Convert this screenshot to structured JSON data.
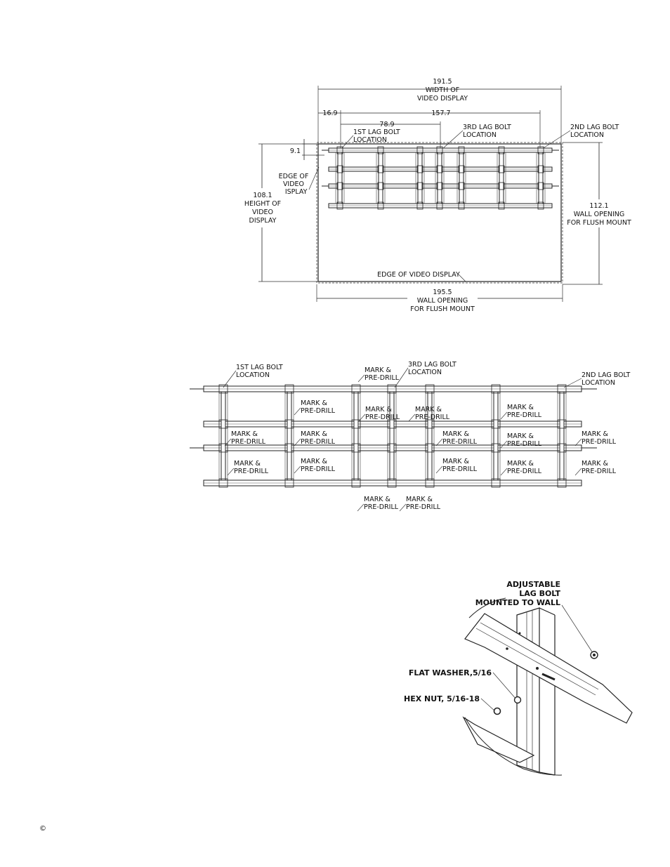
{
  "top": {
    "width_value": "191.5",
    "width_line1": "WIDTH OF",
    "width_line2": "VIDEO DISPLAY",
    "left_offset": "16.9",
    "center_offset": "78.9",
    "span_offset": "157.7",
    "bolt1_line1": "1ST LAG BOLT",
    "bolt1_line2": "LOCATION",
    "bolt3_line1": "3RD LAG BOLT",
    "bolt3_line2": "LOCATION",
    "bolt2_line1": "2ND LAG BOLT",
    "bolt2_line2": "LOCATION",
    "top_offset": "9.1",
    "edge_line1": "EDGE OF",
    "edge_line2": "VIDEO",
    "edge_line3": "DISPLAY",
    "height_value": "108.1",
    "height_line1": "HEIGHT OF",
    "height_line2": "VIDEO",
    "height_line3": "DISPLAY",
    "opening_h_value": "112.1",
    "opening_h_line1": "WALL OPENING",
    "opening_h_line2": "FOR FLUSH MOUNT",
    "edge_bottom": "EDGE OF VIDEO DISPLAY",
    "opening_w_value": "195.5",
    "opening_w_line1": "WALL OPENING",
    "opening_w_line2": "FOR FLUSH MOUNT"
  },
  "middle": {
    "bolt1_line1": "1ST LAG BOLT",
    "bolt1_line2": "LOCATION",
    "bolt3_line1": "3RD LAG BOLT",
    "bolt3_line2": "LOCATION",
    "bolt2_line1": "2ND LAG BOLT",
    "bolt2_line2": "LOCATION",
    "mark_line1": "MARK &",
    "mark_line2": "PRE-DRILL"
  },
  "detail": {
    "lag_line1": "ADJUSTABLE",
    "lag_line2": "LAG BOLT",
    "lag_line3": "MOUNTED TO WALL",
    "washer": "FLAT WASHER,5/16",
    "nut": "HEX NUT, 5/16-18"
  },
  "footer": {
    "copyright": "©"
  }
}
